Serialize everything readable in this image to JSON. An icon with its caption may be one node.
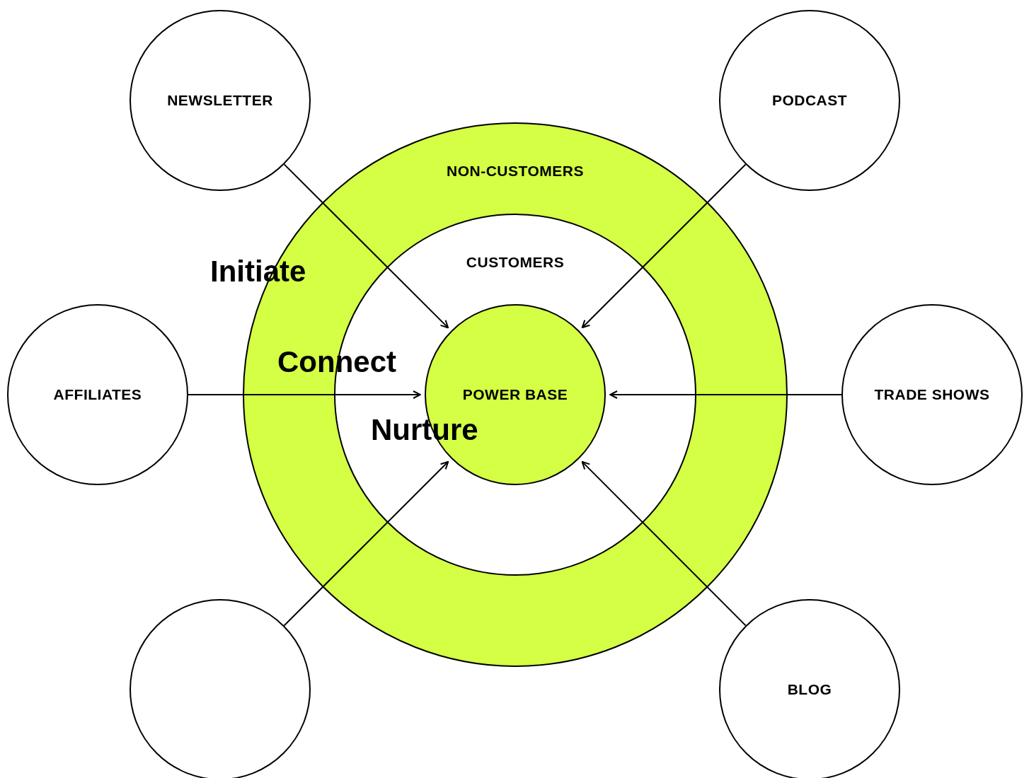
{
  "diagram": {
    "nodes": [
      {
        "text": [
          "NON-CUSTOMERS"
        ]
      },
      {
        "text": [
          "CUSTOMERS"
        ],
        "in": 0
      },
      {
        "text": [
          "POWER BASE"
        ],
        "in": 1
      },
      {
        "text": [
          "NEWSLETTER"
        ]
      },
      {
        "text": [
          "PODCAST"
        ]
      },
      {
        "text": [
          "AFFILIATES"
        ]
      },
      {
        "text": [
          "TRADE SHOWS"
        ]
      },
      {
        "text": [],
        "shape": "circle"
      },
      {
        "text": [
          "BLOG"
        ]
      }
    ],
    "edges": [
      {
        "from": 3,
        "to": 2,
        "arrow": "to"
      },
      {
        "from": 4,
        "to": 2,
        "arrow": "to"
      },
      {
        "from": 5,
        "to": 2,
        "arrow": "to"
      },
      {
        "from": 6,
        "to": 2,
        "arrow": "to"
      },
      {
        "from": 7,
        "to": 2,
        "arrow": "to"
      },
      {
        "from": 8,
        "to": 2,
        "arrow": "to"
      }
    ],
    "labels": [
      "Initiate",
      "Connect",
      "Nurture"
    ]
  }
}
